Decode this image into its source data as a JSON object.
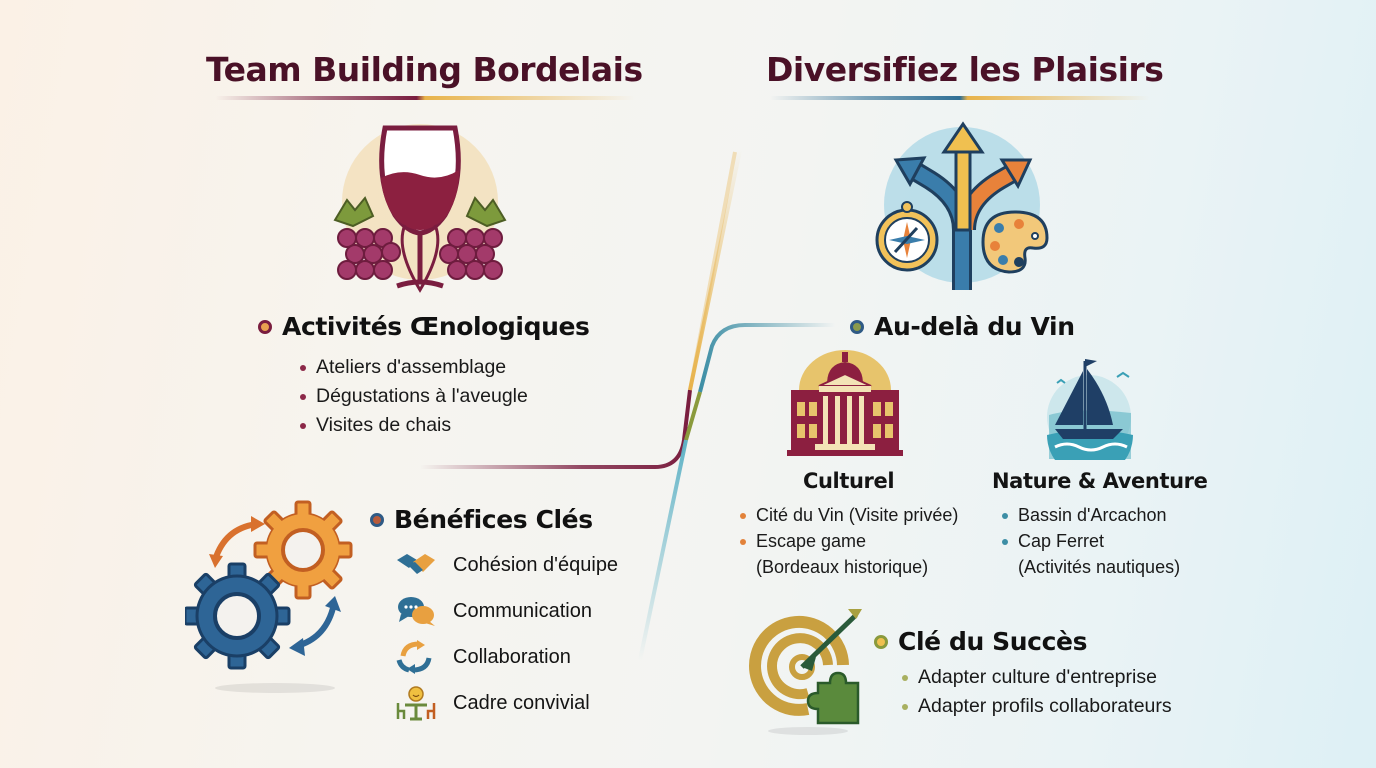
{
  "left": {
    "title": "Team Building Bordelais",
    "hero_icon": "wine-glass-grapes-icon",
    "oenology": {
      "heading": "Activités Œnologiques",
      "items": [
        "Ateliers d'assemblage",
        "Dégustations à l'aveugle",
        "Visites de chais"
      ]
    },
    "benefits": {
      "heading": "Bénéfices Clés",
      "illustration": "gears-icon",
      "items": [
        {
          "label": "Cohésion d'équipe",
          "icon": "handshake-icon"
        },
        {
          "label": "Communication",
          "icon": "chat-bubbles-icon"
        },
        {
          "label": "Collaboration",
          "icon": "cycle-arrows-icon"
        },
        {
          "label": "Cadre convivial",
          "icon": "table-chairs-smiley-icon"
        }
      ]
    }
  },
  "right": {
    "title": "Diversifiez les Plaisirs",
    "hero_icon": "diverging-arrows-compass-palette-icon",
    "beyond": {
      "heading": "Au-delà du Vin",
      "cultural": {
        "heading": "Culturel",
        "icon": "museum-building-icon",
        "items": [
          "Cité du Vin (Visite privée)",
          "Escape game",
          "(Bordeaux historique)"
        ]
      },
      "nature": {
        "heading": "Nature & Aventure",
        "icon": "sailboat-icon",
        "items": [
          "Bassin d'Arcachon",
          "Cap Ferret",
          "(Activités nautiques)"
        ]
      }
    },
    "success": {
      "heading": "Clé du Succès",
      "icon": "target-arrow-puzzle-icon",
      "items": [
        "Adapter culture d'entreprise",
        "Adapter profils collaborateurs"
      ]
    }
  },
  "colors": {
    "wine": "#7a1d3f",
    "title": "#4a1127",
    "gold": "#e8b34a",
    "blue": "#2f6f95",
    "teal": "#4aa3b8",
    "orange": "#e2823a",
    "olive": "#8a9a3c"
  }
}
